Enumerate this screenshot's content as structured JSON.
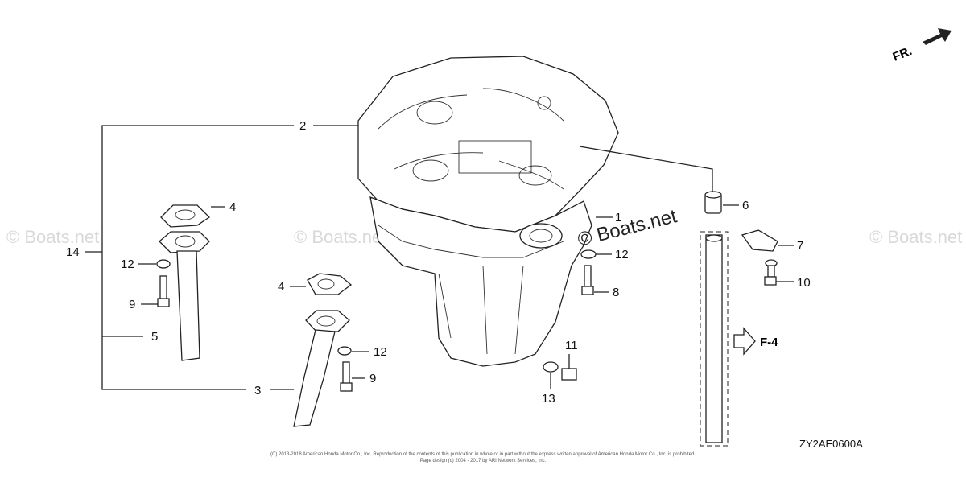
{
  "direction_label": "FR.",
  "callouts": {
    "c2": "2",
    "c4a": "4",
    "c14": "14",
    "c12a": "12",
    "c9a": "9",
    "c5": "5",
    "c3": "3",
    "c4b": "4",
    "c12b": "12",
    "c9b": "9",
    "c1": "1",
    "c6": "6",
    "c12c": "12",
    "c8": "8",
    "c11": "11",
    "c13": "13",
    "c7": "7",
    "c10": "10"
  },
  "reference": "F-4",
  "watermarks": {
    "left": "© Boats.net",
    "center": "© Boats.net",
    "mid": "© Boats.net",
    "right": "© Boats.net"
  },
  "diagram_code": "ZY2AE0600A",
  "copyright_line1": "(C) 2013-2018 American Honda Motor Co., Inc. Reproduction of the contents of this publication in whole or in part without the express written approval of American Honda Motor Co., Inc. is prohibited.",
  "copyright_line2": "Page design (c) 2004 - 2017 by ARI Network Services, Inc."
}
